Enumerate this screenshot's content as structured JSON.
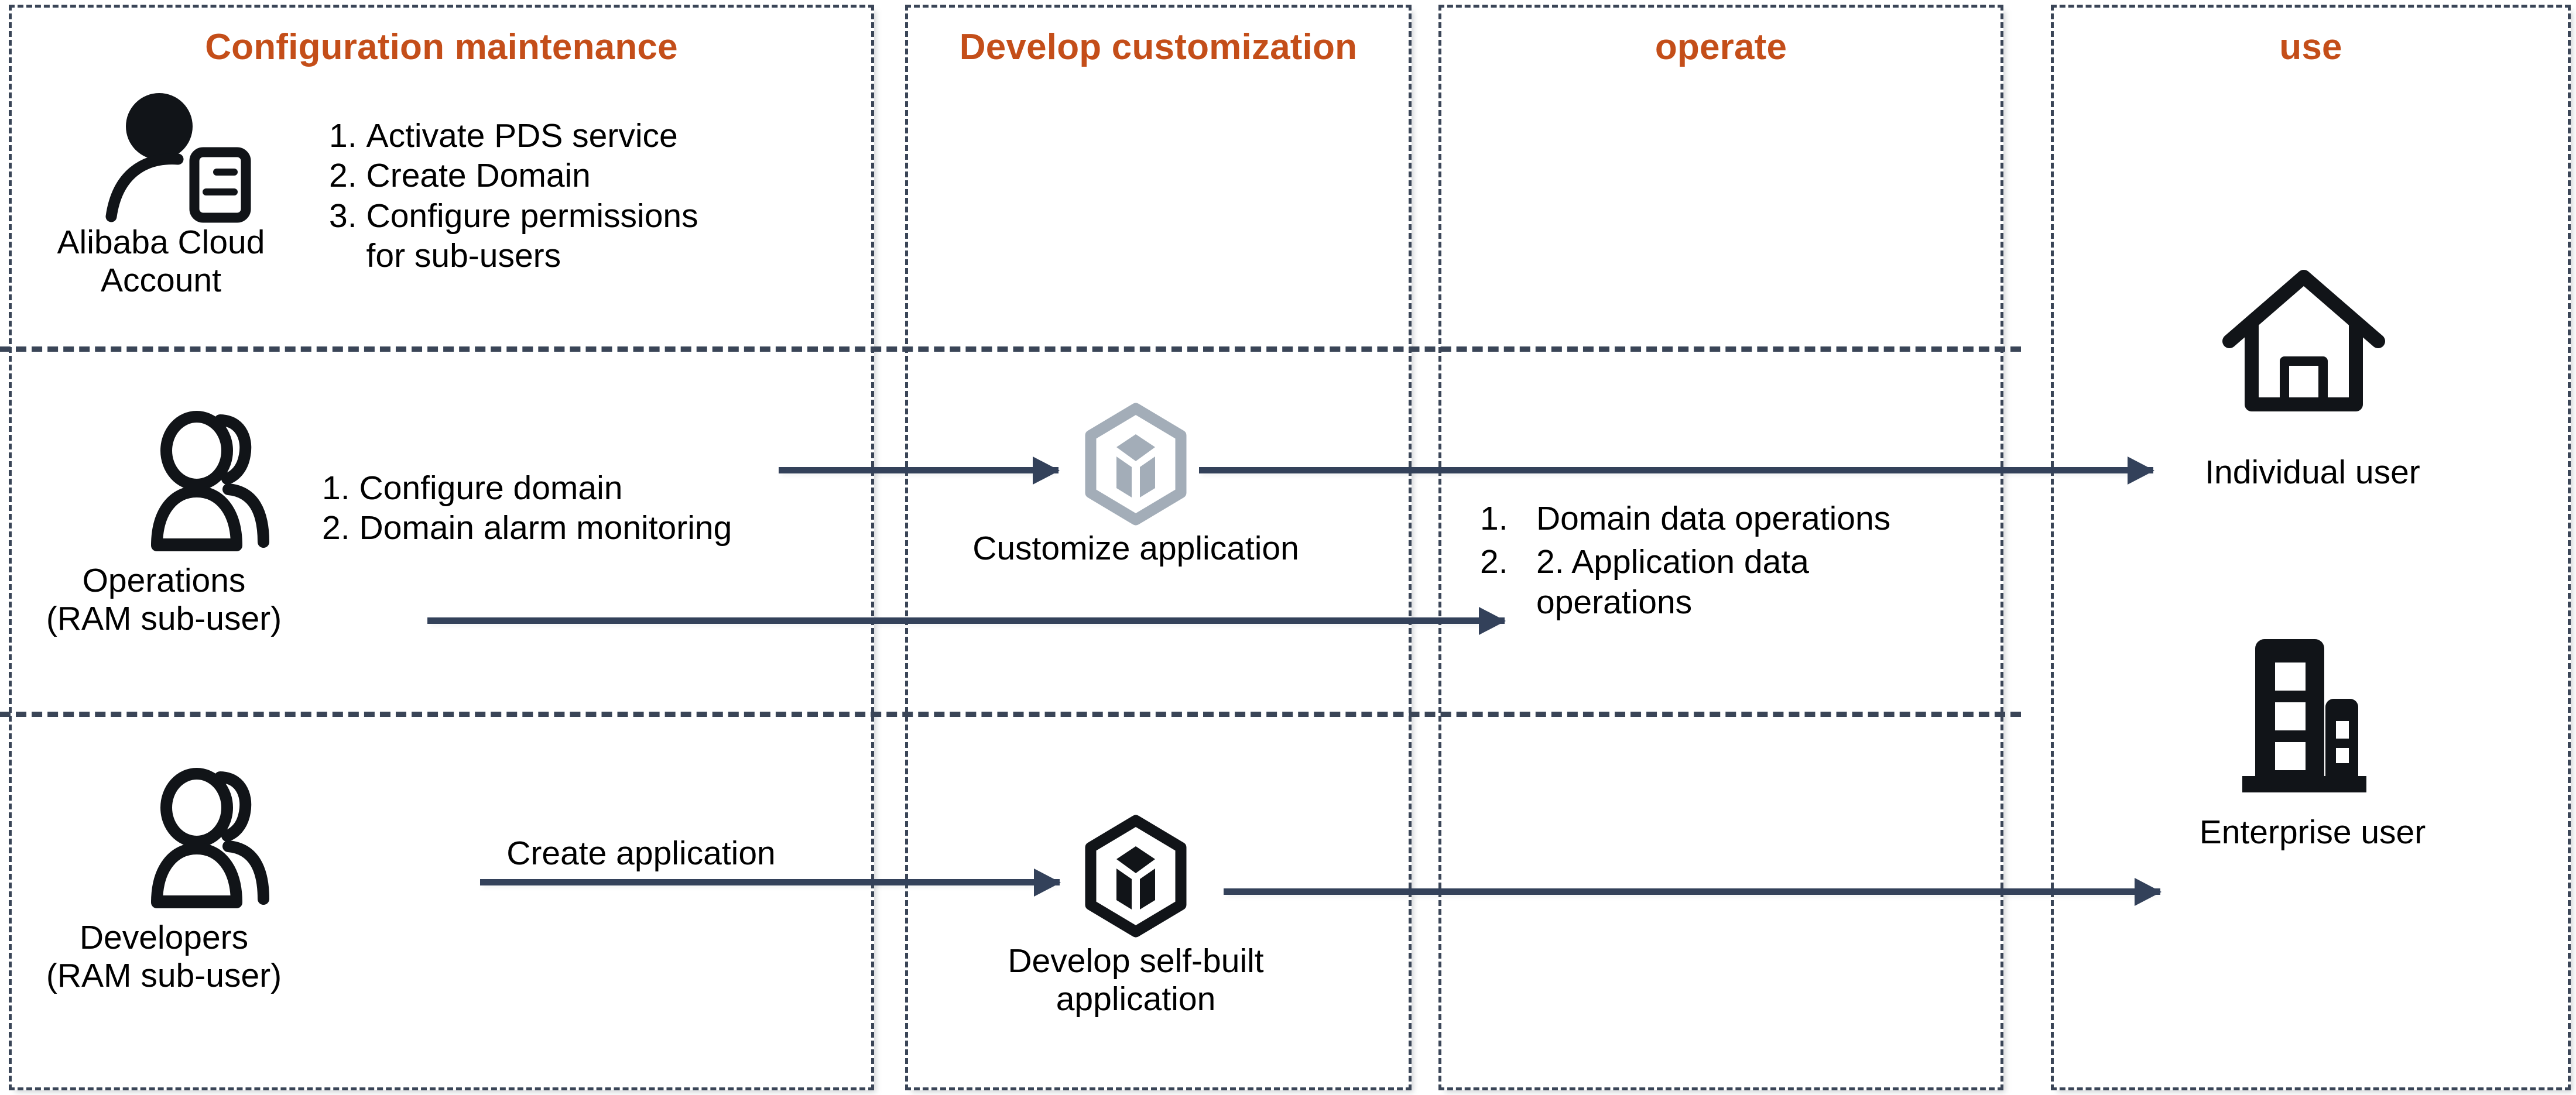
{
  "diagram": {
    "title": "Alibaba Cloud PDS role responsibility swimlane",
    "accent_color": "#C44E19",
    "line_color": "#33415a",
    "border_color": "#3a4557",
    "icon_gray": "#a3adb8",
    "icon_black": "#111418",
    "background": "#ffffff"
  },
  "columns": [
    {
      "id": "configuration-maintenance",
      "label": "Configuration maintenance"
    },
    {
      "id": "develop-customization",
      "label": "Develop customization"
    },
    {
      "id": "operate",
      "label": "operate"
    },
    {
      "id": "use",
      "label": "use"
    }
  ],
  "rows": [
    {
      "id": "owner-row",
      "actor": {
        "name": "Alibaba Cloud\nAccount",
        "icon": "person-with-id-card-icon"
      },
      "tasks": [
        {
          "n": "1.",
          "text": "Activate PDS service"
        },
        {
          "n": "2.",
          "text": "Create Domain"
        },
        {
          "n": "3.",
          "text": "Configure permissions\nfor sub-users"
        }
      ]
    },
    {
      "id": "operations-row",
      "actor": {
        "name": "Operations\n(RAM sub-user)",
        "icon": "two-people-icon"
      },
      "tasks": [
        {
          "n": "1.",
          "text": "Configure domain"
        },
        {
          "n": "2.",
          "text": "Domain alarm monitoring"
        }
      ],
      "node": {
        "label": "Customize application",
        "icon": "app-cube-icon-gray"
      },
      "operate_tasks": [
        {
          "n": "1.",
          "text": "Domain data\noperations"
        },
        {
          "n": "2.",
          "text": "2. Application data\noperations"
        }
      ],
      "target": {
        "label": "Individual user",
        "icon": "house-icon"
      }
    },
    {
      "id": "developers-row",
      "actor": {
        "name": "Developers\n(RAM sub-user)",
        "icon": "two-people-icon"
      },
      "edge_label": "Create application",
      "node": {
        "label": "Develop self-built\napplication",
        "icon": "app-cube-icon-black"
      },
      "target": {
        "label": "Enterprise user",
        "icon": "office-building-icon"
      }
    }
  ]
}
